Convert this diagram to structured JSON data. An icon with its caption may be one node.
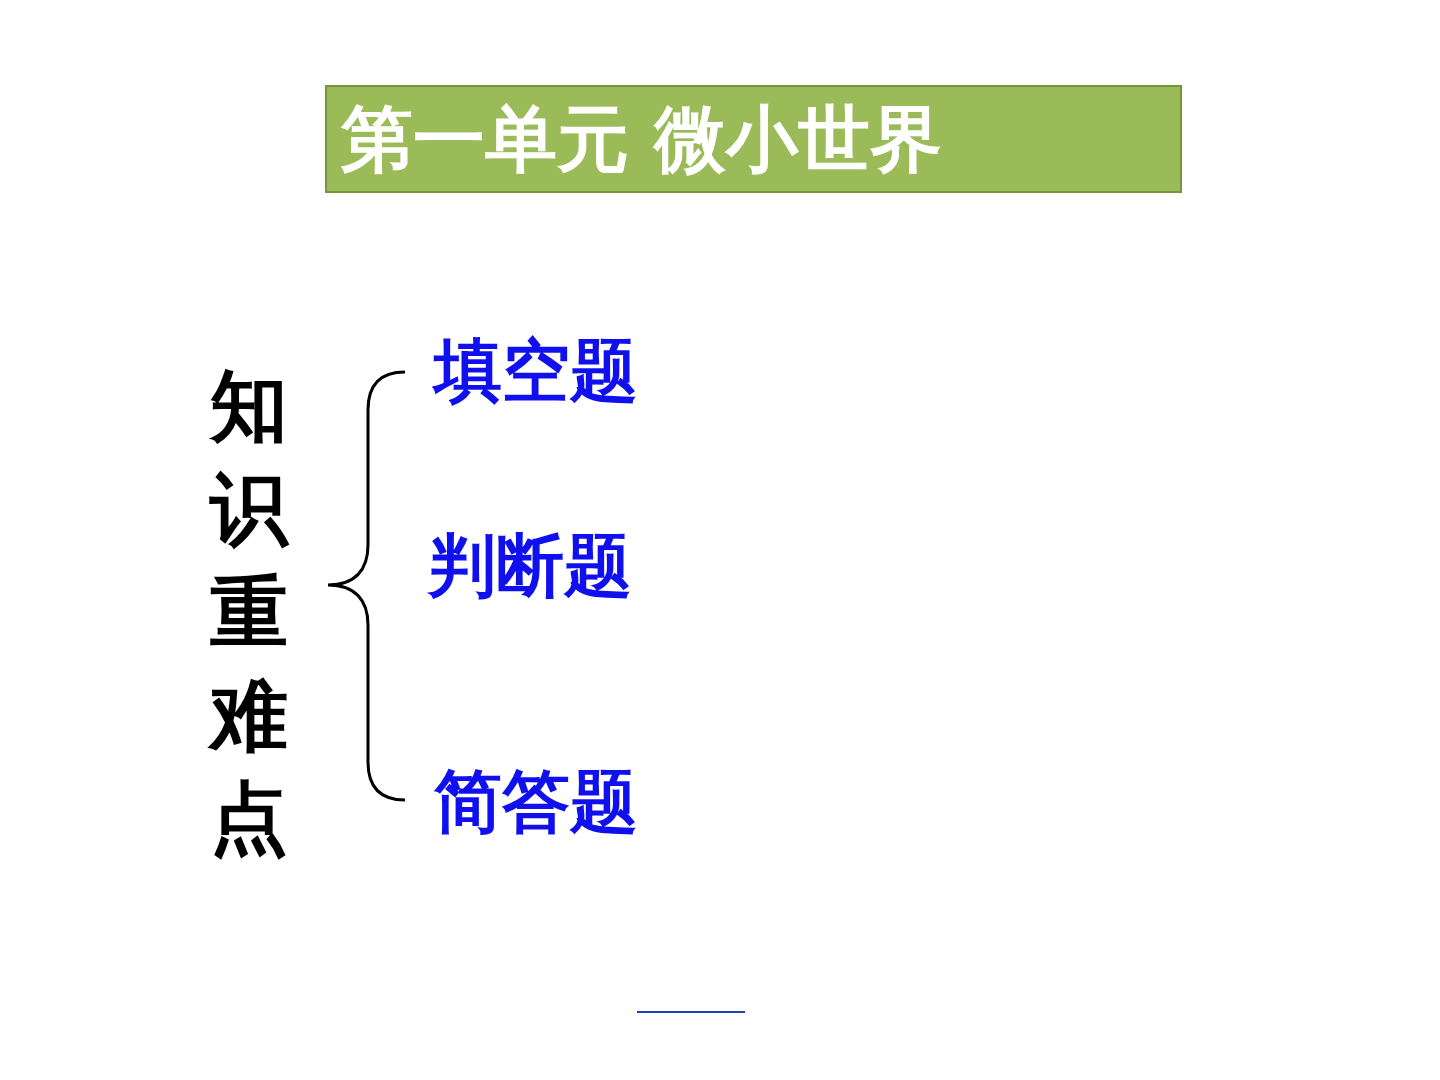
{
  "diagram": {
    "title": "第一单元 微小世界",
    "labels": [
      "知识重难点",
      "填空题",
      "判断题",
      "简答题"
    ]
  }
}
